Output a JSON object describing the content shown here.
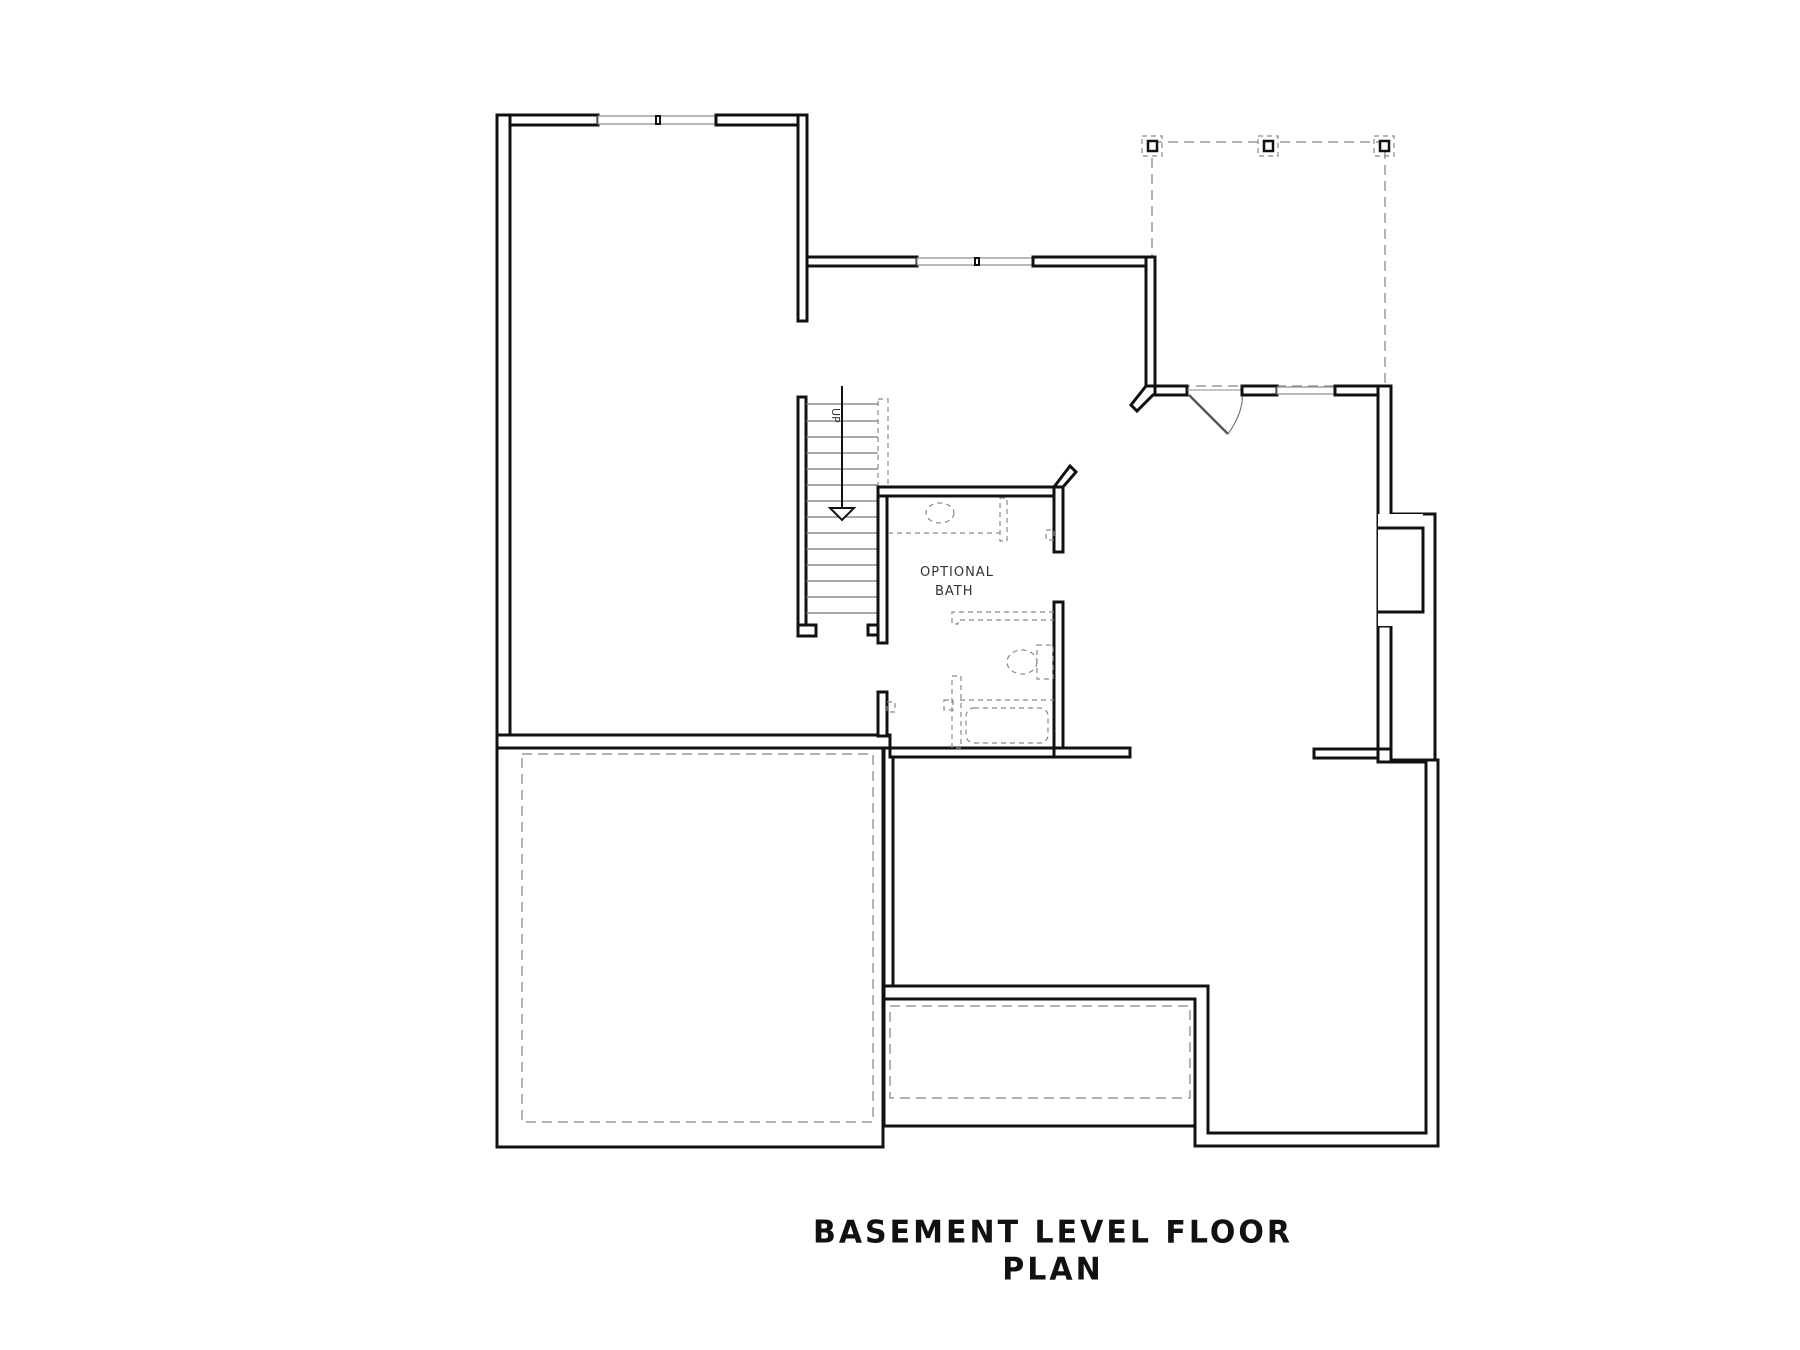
{
  "title": "BASEMENT LEVEL FLOOR PLAN",
  "rooms": [
    {
      "id": "optional-bath",
      "label_line1": "OPTIONAL",
      "label_line2": "BATH"
    }
  ],
  "stair": {
    "label": "UP",
    "direction": "down-arrow",
    "tread_count": 14
  },
  "features": {
    "covered_patio_posts": 3,
    "windows": 3,
    "doors": 1
  },
  "colors": {
    "wall": "#111111",
    "background": "#ffffff",
    "dashed": "#9a9a9a"
  }
}
